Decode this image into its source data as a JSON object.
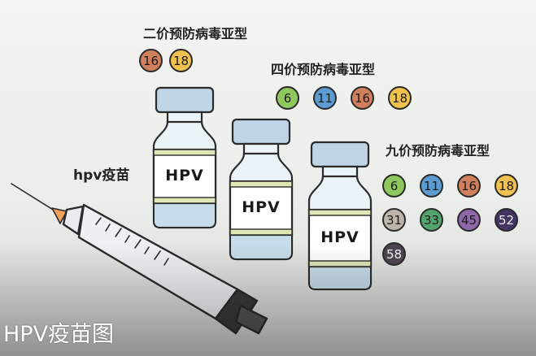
{
  "labels": {
    "bivalent": "二价预防病毒亚型",
    "quadrivalent": "四价预防病毒亚型",
    "nonavalent": "九价预防病毒亚型",
    "vaccine": "hpv疫苗",
    "vial_text": "HPV",
    "caption": "HPV疫苗图"
  },
  "groups": {
    "bivalent": [
      {
        "num": "16",
        "color": "#d0805c"
      },
      {
        "num": "18",
        "color": "#f1c14f"
      }
    ],
    "quadrivalent": [
      {
        "num": "6",
        "color": "#8fc85e"
      },
      {
        "num": "11",
        "color": "#5b9bd1"
      },
      {
        "num": "16",
        "color": "#d0805c"
      },
      {
        "num": "18",
        "color": "#f1c14f"
      }
    ],
    "nonavalent": [
      {
        "num": "6",
        "color": "#8fc85e"
      },
      {
        "num": "11",
        "color": "#5b9bd1"
      },
      {
        "num": "16",
        "color": "#d0805c"
      },
      {
        "num": "18",
        "color": "#f1c14f"
      },
      {
        "num": "31",
        "color": "#bdb5aa"
      },
      {
        "num": "33",
        "color": "#53a46c"
      },
      {
        "num": "45",
        "color": "#8e68a8"
      },
      {
        "num": "52",
        "color": "#433462",
        "dark": true
      },
      {
        "num": "58",
        "color": "#4b4350",
        "dark": true
      }
    ]
  },
  "colors": {
    "bg_top": "#f2f3f1",
    "bg_bottom": "#d9dbd8",
    "cap": "#bfd5e6",
    "glass": "#eaf3f8",
    "liquid": "#c6dde9",
    "band": "#dfe7b6",
    "label": "#ffffff",
    "outline": "#2b2b2b"
  }
}
